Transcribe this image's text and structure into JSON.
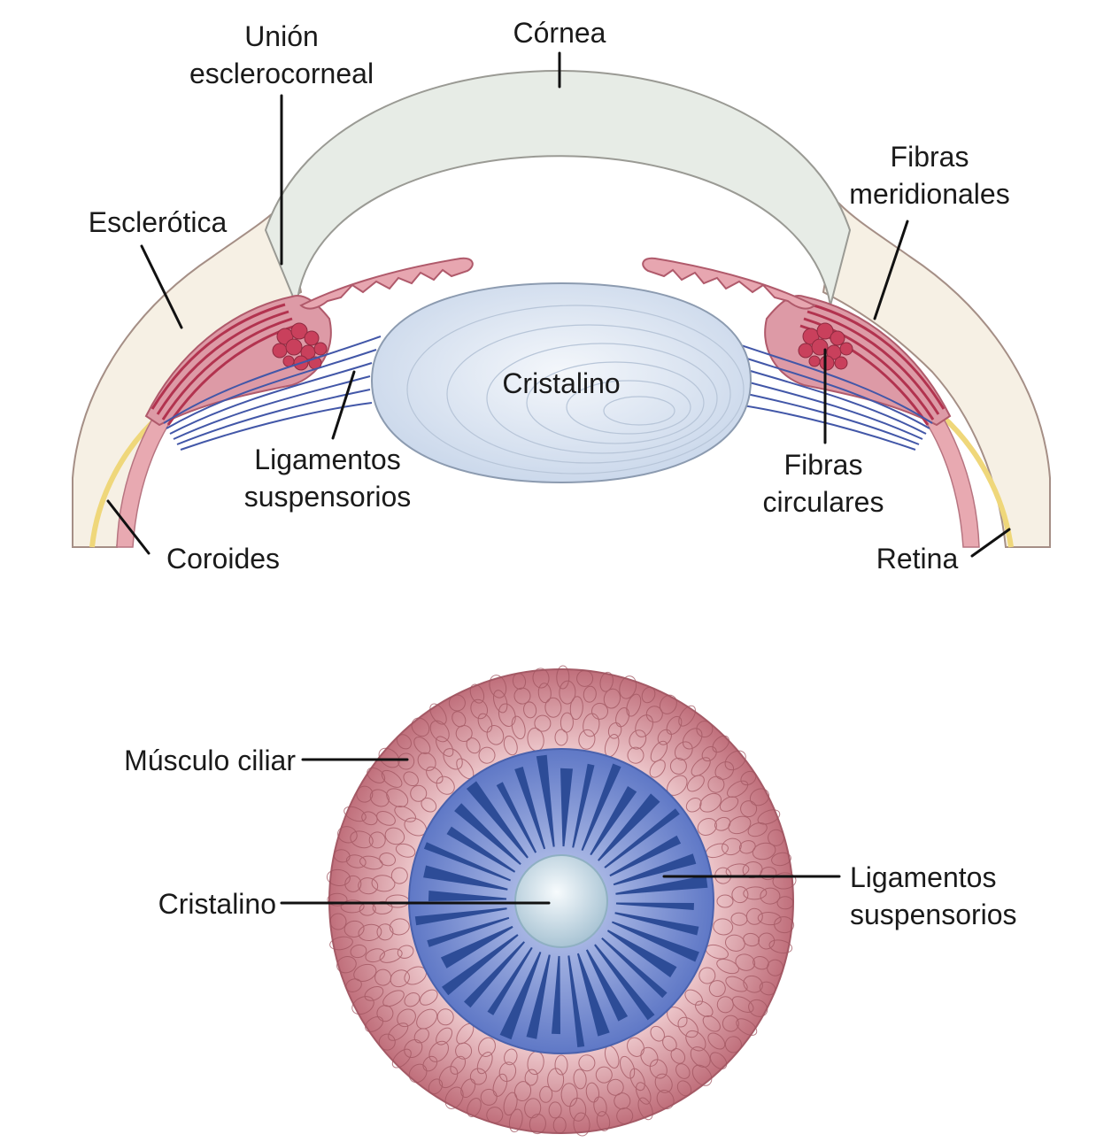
{
  "top_diagram": {
    "labels": {
      "union_line1": "Unión",
      "union_line2": "esclerocorneal",
      "cornea": "Córnea",
      "fibras_meridionales_line1": "Fibras",
      "fibras_meridionales_line2": "meridionales",
      "esclerotica": "Esclerótica",
      "cristalino": "Cristalino",
      "ligamentos_line1": "Ligamentos",
      "ligamentos_line2": "suspensorios",
      "fibras_circulares_line1": "Fibras",
      "fibras_circulares_line2": "circulares",
      "coroides": "Coroides",
      "retina": "Retina"
    }
  },
  "bottom_diagram": {
    "labels": {
      "musculo_ciliar": "Músculo ciliar",
      "cristalino": "Cristalino",
      "ligamentos_line1": "Ligamentos",
      "ligamentos_line2": "suspensorios"
    }
  },
  "colors": {
    "sclera": "#f6f0e4",
    "cornea": "#e7ece6",
    "ciliary_muscle": "#d99aa4",
    "muscle_fibers": "#b2334f",
    "ligaments": "#4257a8",
    "lens": "#dbe5f1",
    "retina": "#efd77a",
    "outer_ring": "#c97d86",
    "inner_disc": "#6f86cf",
    "spokes": "#2d4c97"
  }
}
